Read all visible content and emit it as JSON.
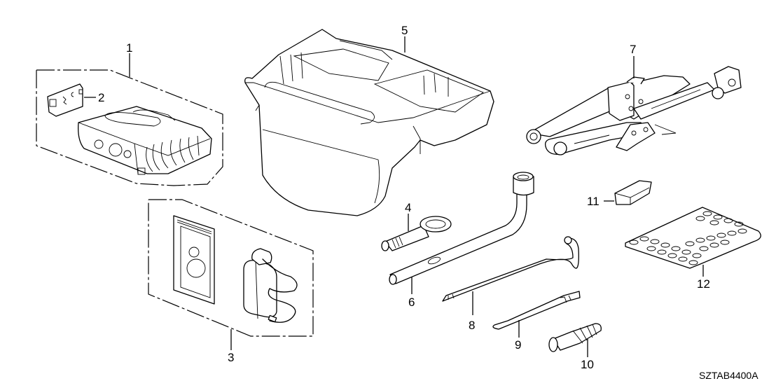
{
  "diagram": {
    "type": "exploded parts diagram",
    "code": "SZTAB4400A",
    "callouts": [
      {
        "id": "1",
        "label": "1"
      },
      {
        "id": "2",
        "label": "2"
      },
      {
        "id": "3",
        "label": "3"
      },
      {
        "id": "4",
        "label": "4"
      },
      {
        "id": "5",
        "label": "5"
      },
      {
        "id": "6",
        "label": "6"
      },
      {
        "id": "7",
        "label": "7"
      },
      {
        "id": "8",
        "label": "8"
      },
      {
        "id": "9",
        "label": "9"
      },
      {
        "id": "10",
        "label": "10"
      },
      {
        "id": "11",
        "label": "11"
      },
      {
        "id": "12",
        "label": "12"
      }
    ],
    "parts": [
      {
        "callout": "1",
        "depicts": "tire repair compressor kit (boxed group)"
      },
      {
        "callout": "2",
        "depicts": "compressor cover panel"
      },
      {
        "callout": "3",
        "depicts": "sealant kit: instruction card and sealant bottle with hose (boxed group)"
      },
      {
        "callout": "4",
        "depicts": "towing hook"
      },
      {
        "callout": "5",
        "depicts": "tool tray / spare storage box"
      },
      {
        "callout": "6",
        "depicts": "wheel nut wrench"
      },
      {
        "callout": "7",
        "depicts": "scissor jack"
      },
      {
        "callout": "8",
        "depicts": "jack handle bar"
      },
      {
        "callout": "9",
        "depicts": "extension bar"
      },
      {
        "callout": "10",
        "depicts": "handle grip"
      },
      {
        "callout": "11",
        "depicts": "small clip"
      },
      {
        "callout": "12",
        "depicts": "non-slip mat"
      }
    ]
  }
}
